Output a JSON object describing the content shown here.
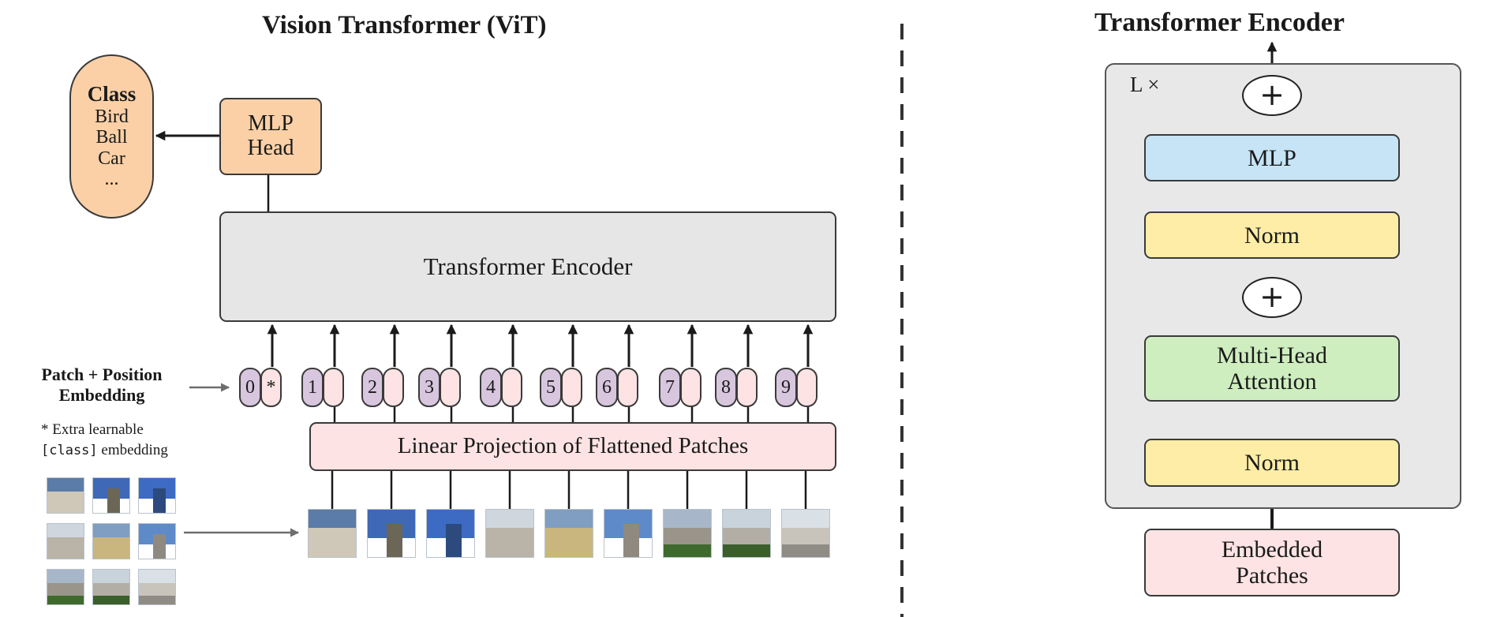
{
  "left": {
    "title": "Vision Transformer (ViT)",
    "class_box": {
      "heading": "Class",
      "items": [
        "Bird",
        "Ball",
        "Car",
        "..."
      ]
    },
    "mlp_head": {
      "line1": "MLP",
      "line2": "Head"
    },
    "transformer_encoder": "Transformer Encoder",
    "linear_projection": "Linear Projection of Flattened Patches",
    "patch_embedding_label": {
      "line1": "Patch + Position",
      "line2": "Embedding"
    },
    "footnote": {
      "line1": "* Extra learnable",
      "class_token": "[class]",
      "line2_rest": " embedding"
    },
    "tokens": [
      "0",
      "1",
      "2",
      "3",
      "4",
      "5",
      "6",
      "7",
      "8",
      "9"
    ],
    "class_token_symbol": "*"
  },
  "right": {
    "title": "Transformer Encoder",
    "repeat_label": "L ×",
    "add_symbol": "+",
    "mlp": "MLP",
    "norm_top": "Norm",
    "attention": {
      "line1": "Multi-Head",
      "line2": "Attention"
    },
    "norm_bottom": "Norm",
    "input": {
      "line1": "Embedded",
      "line2": "Patches"
    }
  },
  "colors": {
    "class_box": "#fbd0a6",
    "mlp_head": "#fbd0a6",
    "encoder": "#e6e6e6",
    "projection": "#fde3e3",
    "position_token": "#d7c6de",
    "patch_token": "#fde3e3",
    "mlp_block": "#c6e4f5",
    "norm_block": "#fdeda6",
    "attention_block": "#cfeec0",
    "input_block": "#fde3e3",
    "encoder_panel": "#e8e8e8",
    "line": "#222222"
  },
  "icons": [
    "arrow-up-icon",
    "arrow-left-icon",
    "arrow-right-icon",
    "plus-icon",
    "dashed-divider",
    "image-patch-thumbnail"
  ]
}
